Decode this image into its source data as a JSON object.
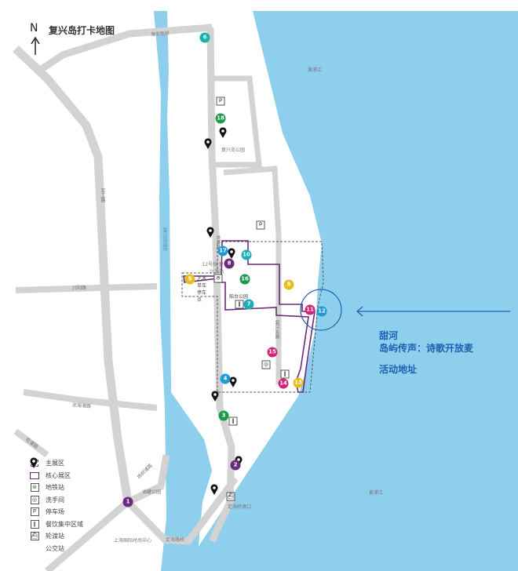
{
  "title": "复兴岛打卡地图",
  "north": "N",
  "labels": {
    "haian_bridge": "海安路桥",
    "fuxing_park": "复兴岛公园",
    "huangpu_top": "黄浦江",
    "huangpu_bottom": "黄浦江",
    "gongqing_road": "共青路",
    "canal": "复兴岛运河",
    "metro_station": "12号线 复兴岛站",
    "bike_parking": "艺术 单车 停车点",
    "chuantai_park": "船台公园",
    "fuxing_east_road": "复兴东路",
    "jungong_road": "军工路",
    "xingyang_road": "兴阳路",
    "dinghai_gang_road": "定海港路",
    "songpan_road": "松潘路",
    "yangshupu_road": "杨树浦路",
    "oil_tank_park": "油罐公园",
    "dinghai_ferry": "定海桥渡口",
    "fashion_center": "上海国际时尚中心",
    "dinghai_bridge": "定海路桥"
  },
  "annotation": {
    "line1": "甜河",
    "line2": "岛屿传声：诗歌开放麦",
    "line3": "活动地址",
    "color": "#1f5fb0"
  },
  "markers": [
    {
      "n": "1",
      "color": "#6a2a7e"
    },
    {
      "n": "2",
      "color": "#6a2a7e"
    },
    {
      "n": "3",
      "color": "#1a9a4a"
    },
    {
      "n": "4",
      "color": "#1e9ad6"
    },
    {
      "n": "5",
      "color": "#e8be1c"
    },
    {
      "n": "6",
      "color": "#1aaeb5"
    },
    {
      "n": "7",
      "color": "#1aaeb5"
    },
    {
      "n": "8",
      "color": "#6a2a7e"
    },
    {
      "n": "9",
      "color": "#e8be1c"
    },
    {
      "n": "10",
      "color": "#1aaeb5"
    },
    {
      "n": "11",
      "color": "#d0237a"
    },
    {
      "n": "12",
      "color": "#1e9ad6"
    },
    {
      "n": "13",
      "color": "#e8be1c"
    },
    {
      "n": "14",
      "color": "#d0237a"
    },
    {
      "n": "15",
      "color": "#d0237a"
    },
    {
      "n": "16",
      "color": "#1a9a4a"
    },
    {
      "n": "17",
      "color": "#1e9ad6"
    },
    {
      "n": "18",
      "color": "#1a9a4a"
    }
  ],
  "legend": [
    {
      "icon": "main-area-icon",
      "glyph": "⁝",
      "label": "主展区"
    },
    {
      "icon": "core-area-icon",
      "glyph": "",
      "label": "核心展区"
    },
    {
      "icon": "metro-icon",
      "glyph": "⊜",
      "label": "地铁站"
    },
    {
      "icon": "restroom-icon",
      "glyph": "◎",
      "label": "洗手间"
    },
    {
      "icon": "parking-icon",
      "glyph": "P",
      "label": "停车场"
    },
    {
      "icon": "dining-icon",
      "glyph": "ǁ",
      "label": "餐饮集中区域"
    },
    {
      "icon": "ferry-icon",
      "glyph": "⛴",
      "label": "轮渡站"
    },
    {
      "icon": "bus-stop-icon",
      "glyph": "",
      "label": "公交站"
    }
  ],
  "map_icons": {
    "parking": "P",
    "restroom": "◎",
    "dining": "ǁ",
    "ferry": "⛴",
    "metro": "⊜"
  },
  "colors": {
    "water": "#8ecfee",
    "road": "#d3d3d3",
    "core": "#6a2a7e"
  }
}
